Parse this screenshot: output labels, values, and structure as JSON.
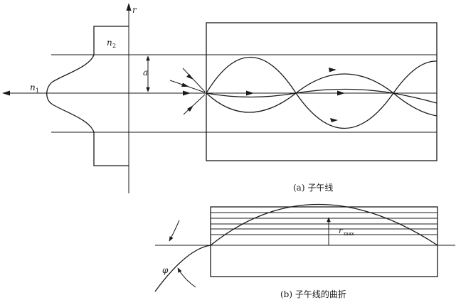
{
  "diagram_a": {
    "axis_r": "r",
    "n1": "n",
    "n1_sub": "1",
    "n2": "n",
    "n2_sub": "2",
    "core_radius": "a",
    "caption": "(a) 子午线"
  },
  "diagram_b": {
    "angle": "φ",
    "rmax": "r",
    "rmax_sub": "max",
    "caption": "(b) 子午线的曲折"
  }
}
